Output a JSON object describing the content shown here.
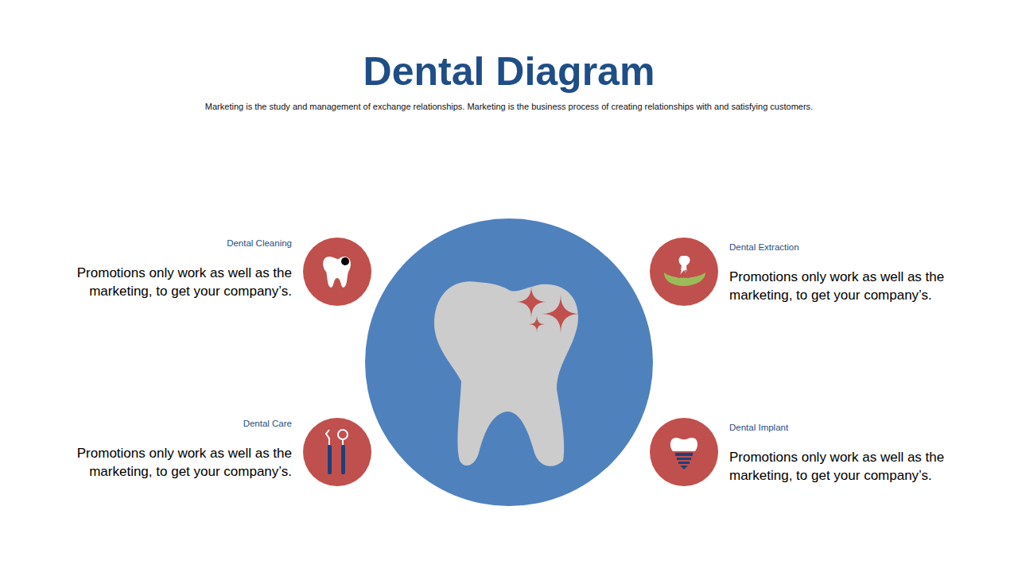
{
  "diagram": {
    "title": "Dental Diagram",
    "caption": "Marketing is the study and management of exchange relationships. Marketing is the business process of creating relationships with and satisfying customers.",
    "nodes": [
      {
        "text": [
          "Dental Cleaning",
          "Promotions only work as well as the marketing, to get your company’s."
        ]
      },
      {
        "text": [
          "Dental Extraction",
          "Promotions only work as well as the marketing, to get your company’s."
        ]
      },
      {
        "text": [
          "Dental Care",
          "Promotions only work as well as the marketing, to get your company’s."
        ]
      },
      {
        "text": [
          "Dental Implant",
          "Promotions only work as well as the marketing, to get your company’s."
        ]
      }
    ]
  }
}
